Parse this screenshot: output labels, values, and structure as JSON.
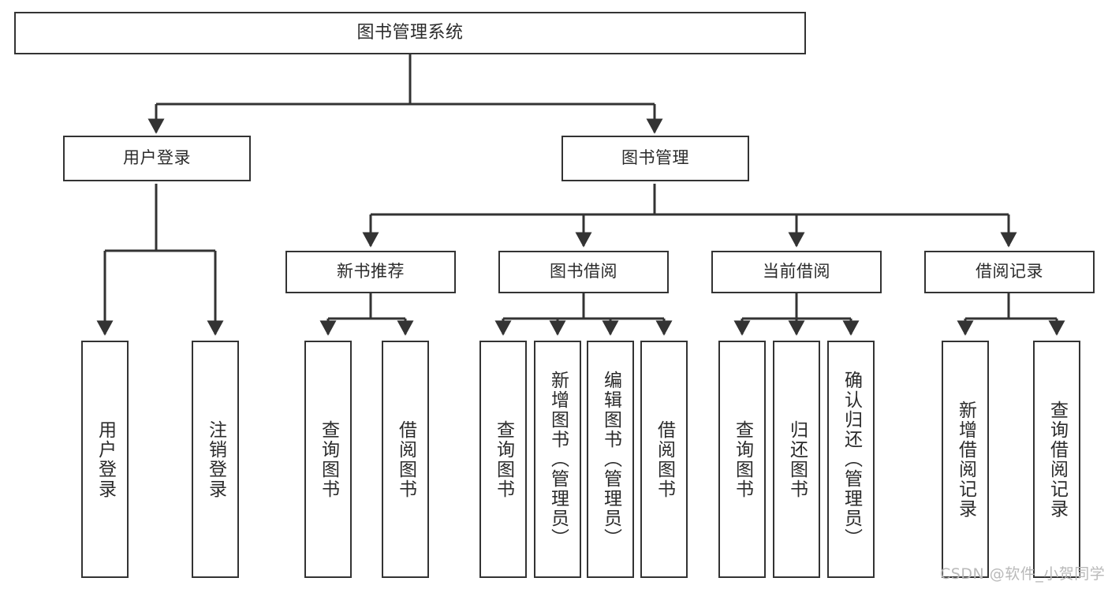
{
  "diagram": {
    "title": "图书管理系统",
    "type": "tree-hierarchy-chart",
    "stroke_color": "#333333",
    "fill_color": "#ffffff",
    "text_color": "#2b2b2b"
  },
  "nodes": {
    "root": {
      "label": "图书管理系统"
    },
    "level2": [
      {
        "label": "用户登录"
      },
      {
        "label": "图书管理"
      }
    ],
    "level3": [
      {
        "label": "新书推荐"
      },
      {
        "label": "图书借阅"
      },
      {
        "label": "当前借阅"
      },
      {
        "label": "借阅记录"
      }
    ],
    "leaves_user_login": [
      {
        "label": "用户登录"
      },
      {
        "label": "注销登录"
      }
    ],
    "leaves_new_book": [
      {
        "label": "查询图书"
      },
      {
        "label": "借阅图书"
      }
    ],
    "leaves_borrow": [
      {
        "label": "查询图书"
      },
      {
        "label": "新增图书（管理员）"
      },
      {
        "label": "编辑图书（管理员）"
      },
      {
        "label": "借阅图书"
      }
    ],
    "leaves_current": [
      {
        "label": "查询图书"
      },
      {
        "label": "归还图书"
      },
      {
        "label": "确认归还（管理员）"
      }
    ],
    "leaves_record": [
      {
        "label": "新增借阅记录"
      },
      {
        "label": "查询借阅记录"
      }
    ]
  },
  "watermark": {
    "text": "CSDN @软件_小贺同学"
  }
}
